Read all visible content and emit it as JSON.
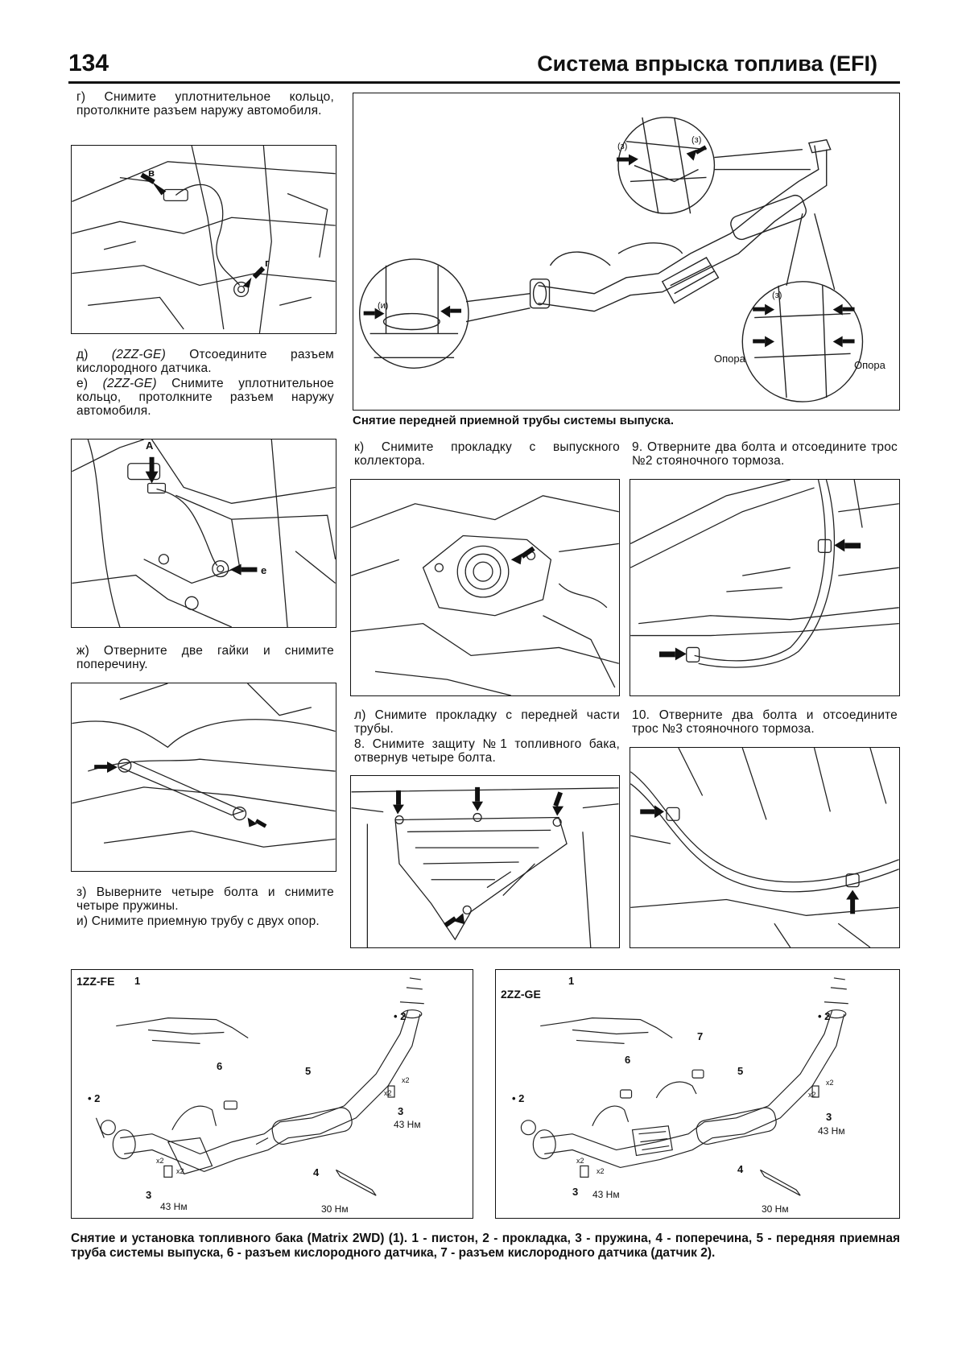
{
  "header": {
    "page_number": "134",
    "title": "Система впрыска топлива (EFI)"
  },
  "steps": {
    "g": "г) Снимите уплотнительное кольцо, протолкните разъем наружу автомобиля.",
    "d_prefix": "д) ",
    "d_model": "(2ZZ-GE)",
    "d_text": " Отсоедините разъем кислородного датчика.",
    "e_prefix": "е) ",
    "e_model": "(2ZZ-GE)",
    "e_text": " Снимите уплотнительное кольцо, протолкните разъем наружу автомобиля.",
    "zh": "ж) Отверните две гайки и снимите поперечину.",
    "z": "з) Выверните четыре болта и снимите четыре пружины.",
    "i": "и) Снимите приемную трубу с двух опор.",
    "k": "к) Снимите прокладку с выпускного коллектора.",
    "l": "л) Снимите прокладку с передней части трубы.",
    "s8": "8. Снимите защиту №1 топливного бака, отвернув четыре болта.",
    "s9": "9. Отверните два болта и отсоедините трос №2 стояночного тормоза.",
    "s10": "10. Отверните два болта и отсоедините трос №3 стояночного тормоза."
  },
  "figure_labels": {
    "fig1_arrow_a": "в",
    "fig1_arrow_b": "г",
    "fig2_arrow_a": "А",
    "fig2_arrow_b": "е",
    "main_caption": "Снятие передней приемной трубы системы выпуска.",
    "support_left": "Опора",
    "support_right": "Опора",
    "detail_h1": "(з)",
    "detail_h2": "(з)",
    "detail_h3": "(и)",
    "detail_h4": "(з)"
  },
  "diagram_1zz": {
    "model": "1ZZ-FE",
    "n1": "1",
    "n2a": "• 2",
    "n2b": "• 2",
    "n3a": "3",
    "n3b": "3",
    "n4": "4",
    "n5": "5",
    "n6": "6",
    "torque_a": "43 Нм",
    "torque_b": "43 Нм",
    "torque_c": "30 Нм",
    "x2a": "x2",
    "x2b": "x2",
    "x2c": "x2",
    "x2d": "x2"
  },
  "diagram_2zz": {
    "model": "2ZZ-GE",
    "n1": "1",
    "n2a": "• 2",
    "n2b": "• 2",
    "n3a": "3",
    "n3b": "3",
    "n4": "4",
    "n5": "5",
    "n6": "6",
    "n7": "7",
    "torque_a": "43 Нм",
    "torque_b": "43 Нм",
    "torque_c": "30 Нм",
    "x2a": "x2",
    "x2b": "x2",
    "x2c": "x2",
    "x2d": "x2"
  },
  "bottom_caption": "Снятие и установка топливного бака (Matrix 2WD) (1). 1 - пистон, 2 - прокладка, 3 - пружина, 4 - поперечина, 5 - передняя приемная труба системы выпуска, 6 - разъем кислородного датчика, 7 - разъем кислородного датчика (датчик 2)."
}
